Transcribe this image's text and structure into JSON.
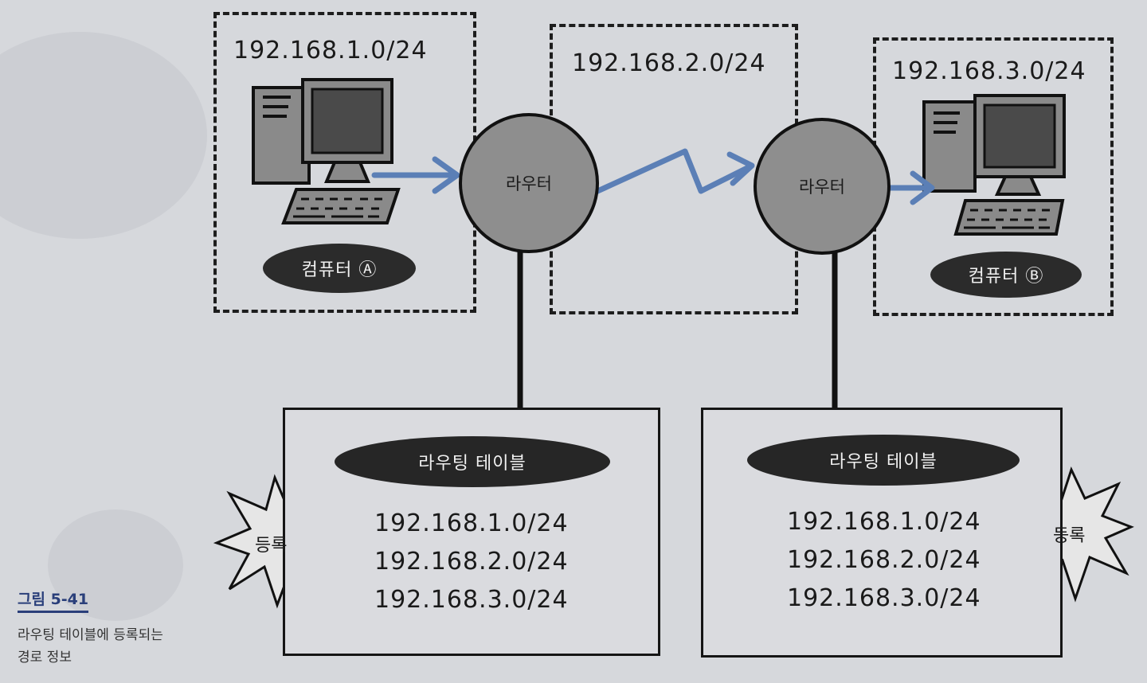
{
  "networks": {
    "left": "192.168.1.0/24",
    "middle": "192.168.2.0/24",
    "right": "192.168.3.0/24"
  },
  "routers": {
    "left": "라우터",
    "right": "라우터"
  },
  "computers": {
    "a": "컴퓨터 Ⓐ",
    "b": "컴퓨터 Ⓑ"
  },
  "tables": {
    "left": {
      "title": "라우팅 테이블",
      "routes": [
        "192.168.1.0/24",
        "192.168.2.0/24",
        "192.168.3.0/24"
      ],
      "badge": "등록"
    },
    "right": {
      "title": "라우팅 테이블",
      "routes": [
        "192.168.1.0/24",
        "192.168.2.0/24",
        "192.168.3.0/24"
      ],
      "badge": "등록"
    }
  },
  "caption": {
    "number": "그림 5-41",
    "text": "라우팅 테이블에 등록되는 경로 정보"
  },
  "colors": {
    "arrow": "#5b7fb6",
    "router": "#8e8e8e",
    "pill": "#2b2b2b"
  }
}
